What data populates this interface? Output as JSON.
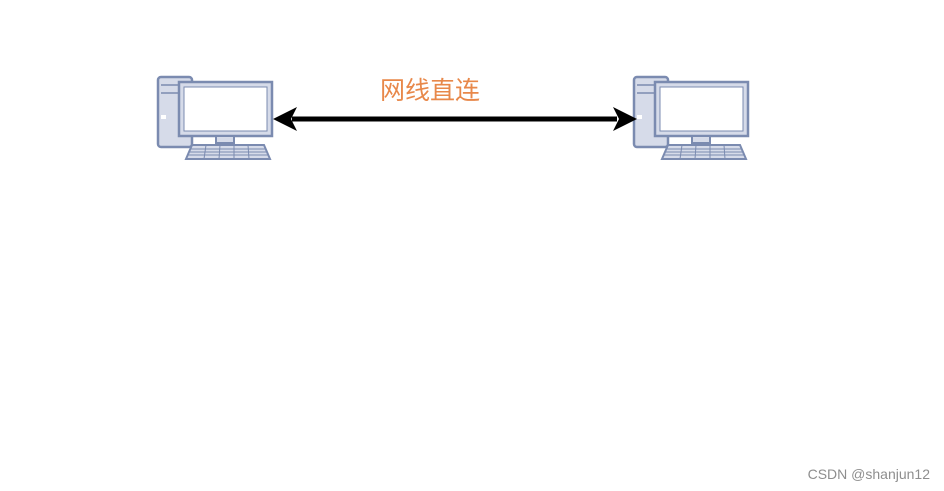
{
  "diagram": {
    "link_label": "网线直连",
    "label_color": "#e8884a",
    "nodes": [
      {
        "id": "pc-left",
        "icon": "desktop-computer-icon"
      },
      {
        "id": "pc-right",
        "icon": "desktop-computer-icon"
      }
    ],
    "edge": {
      "from": "pc-left",
      "to": "pc-right",
      "style": "bidirectional-arrow",
      "color": "#000000"
    },
    "icon_colors": {
      "outline": "#7b8bb0",
      "fill": "#d6dbe9",
      "screen": "#ffffff"
    }
  },
  "watermark": "CSDN @shanjun12"
}
